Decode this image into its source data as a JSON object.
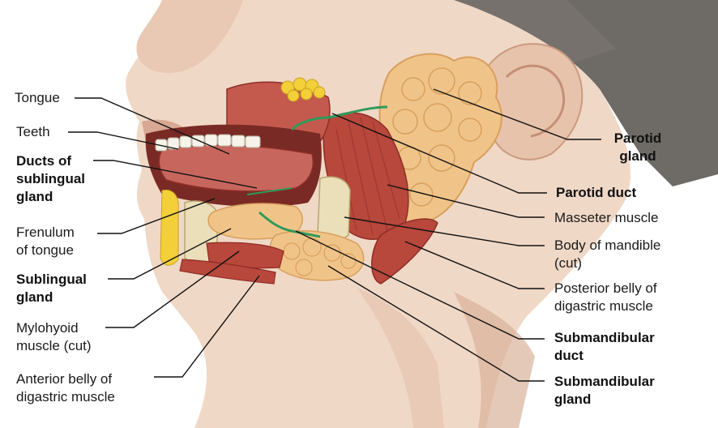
{
  "labels": {
    "tongue": "Tongue",
    "teeth": "Teeth",
    "ducts_sublingual": "Ducts of\nsublingual\ngland",
    "frenulum": "Frenulum\nof tongue",
    "sublingual_gland": "Sublingual\ngland",
    "mylohyoid": "Mylohyoid\nmuscle (cut)",
    "anterior_digastric": "Anterior  belly of\ndigastric muscle",
    "parotid_gland": "Parotid\ngland",
    "parotid_duct": "Parotid duct",
    "masseter": "Masseter muscle",
    "mandible": "Body of mandible\n(cut)",
    "posterior_digastric": "Posterior belly of\ndigastric muscle",
    "submandibular_duct": "Submandibular\nduct",
    "submandibular_gland": "Submandibular\ngland"
  },
  "colors": {
    "skin": "#f0d8c6",
    "skin_shadow": "#d9b29a",
    "hair": "#6e6a66",
    "muscle": "#b8473c",
    "muscle_dark": "#8e2e27",
    "gland": "#f0c489",
    "gland_dark": "#d89f5c",
    "bone": "#eadfb8",
    "duct": "#2f9a5a",
    "fat": "#f3cf3a",
    "tooth": "#f6f3ea",
    "leader": "#111111"
  }
}
